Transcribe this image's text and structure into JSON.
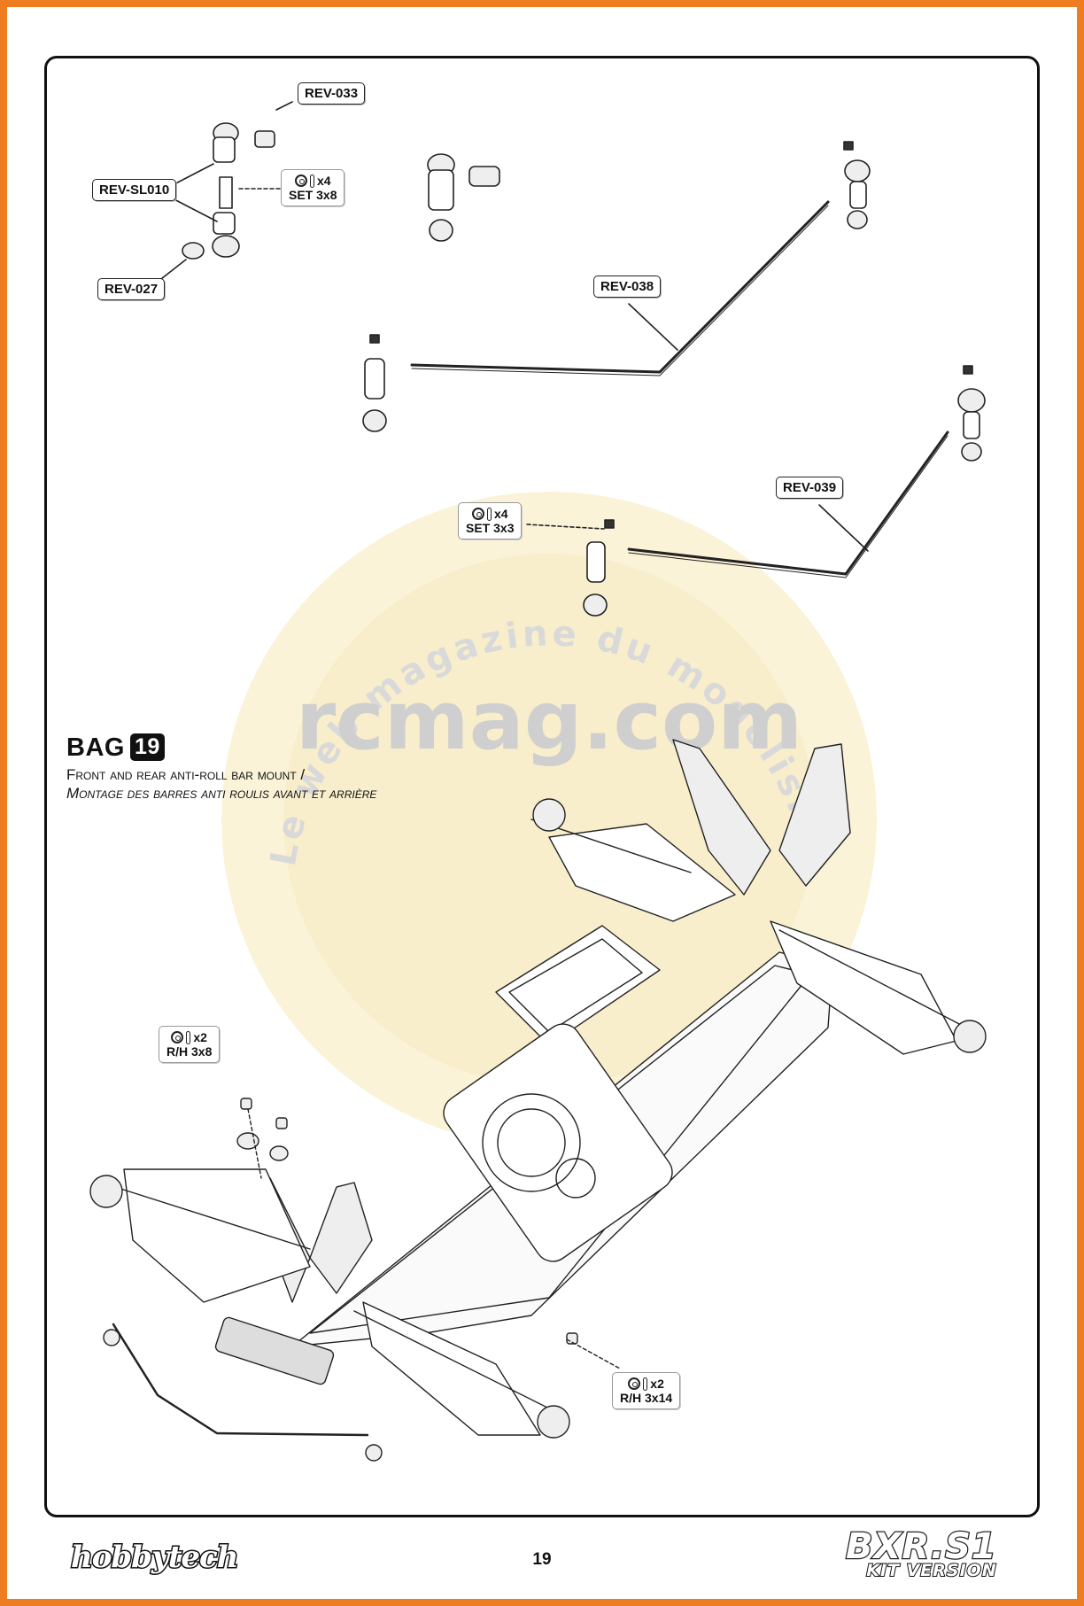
{
  "page": {
    "number": "19",
    "brand_logo_text": "hobbytech",
    "model_logo_text": "BXR.S1",
    "model_logo_subtext": "KIT VERSION",
    "accent_color": "#ee7d22"
  },
  "watermark": {
    "arc_text": "Le web magazine du modelisme",
    "main_text": "rcmag.com",
    "color": "#f5e7b8"
  },
  "bag": {
    "label": "BAG",
    "number": "19",
    "title_en": "Front and rear anti-roll bar mount /",
    "title_fr": "Montage des barres anti roulis avant et arrière"
  },
  "part_labels": {
    "rev_033": "REV-033",
    "rev_sl010": "REV-SL010",
    "rev_027": "REV-027",
    "rev_038": "REV-038",
    "rev_039": "REV-039"
  },
  "hardware": [
    {
      "qty": "x4",
      "name": "SET 3x8"
    },
    {
      "qty": "x4",
      "name": "SET 3x3"
    },
    {
      "qty": "x2",
      "name": "R/H 3x8"
    },
    {
      "qty": "x2",
      "name": "R/H 3x14"
    }
  ]
}
